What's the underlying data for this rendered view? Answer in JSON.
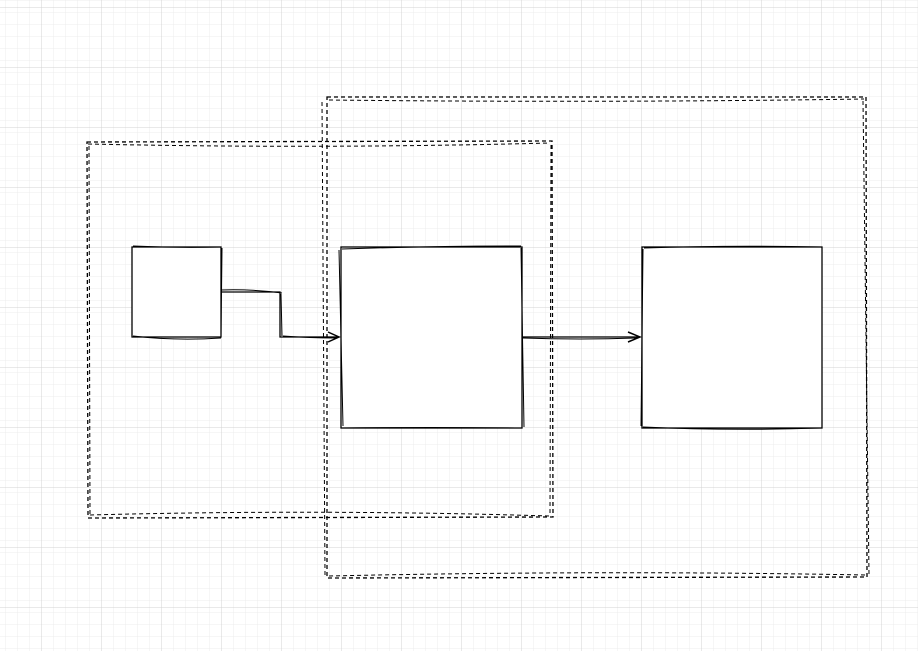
{
  "canvas": {
    "background": "#ffffff",
    "grid_major_color": "#d3d3d3",
    "grid_minor_color": "#ececec",
    "stroke_color": "#000000",
    "fill_color": "#ffffff"
  },
  "groups": [
    {
      "id": "group-left",
      "style": "dashed",
      "label": ""
    },
    {
      "id": "group-right",
      "style": "dashed",
      "label": ""
    }
  ],
  "nodes": [
    {
      "id": "node-small",
      "label": ""
    },
    {
      "id": "node-middle",
      "label": ""
    },
    {
      "id": "node-right",
      "label": ""
    }
  ],
  "edges": [
    {
      "from": "node-small",
      "to": "node-middle",
      "routing": "orthogonal",
      "arrowhead": "open"
    },
    {
      "from": "node-middle",
      "to": "node-right",
      "routing": "straight",
      "arrowhead": "open"
    }
  ]
}
